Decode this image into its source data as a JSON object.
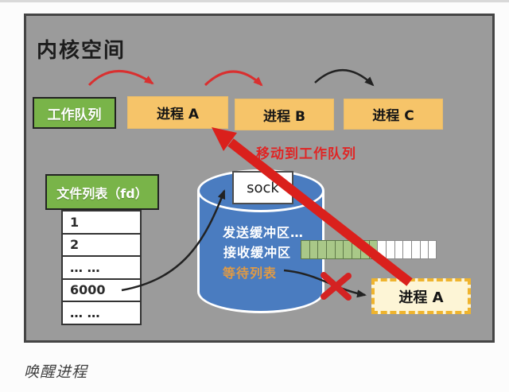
{
  "diagram": {
    "title": "内核空间",
    "work_queue_label": "工作队列",
    "processes": {
      "a": "进程 A",
      "b": "进程 B",
      "c": "进程 C"
    },
    "move_note": "移动到工作队列",
    "fd_list": {
      "title": "文件列表（fd）",
      "rows": [
        "1",
        "2",
        "… …",
        "6000",
        "… …"
      ]
    },
    "socket": {
      "label": "sock",
      "send_buffer_label": "发送缓冲区…",
      "recv_buffer_label": "接收缓冲区",
      "wait_list_label": "等待列表",
      "buffer_cells": {
        "filled": 9,
        "empty": 7
      }
    },
    "waiting_process_label": "进程 A",
    "colors": {
      "panel_bg": "#9b9b9b",
      "panel_border": "#454545",
      "process_fill": "#f6c469",
      "green_fill": "#79b449",
      "cylinder_blue": "#4a7cc0",
      "wait_label_orange": "#e09a45",
      "note_red": "#e02525",
      "arrow_red": "#da201c",
      "arrow_black": "#222222",
      "dashed_fill": "#fdf5d6",
      "dashed_border": "#efb42e",
      "buffer_filled_green": "#a9c888"
    }
  },
  "caption": "唤醒进程"
}
